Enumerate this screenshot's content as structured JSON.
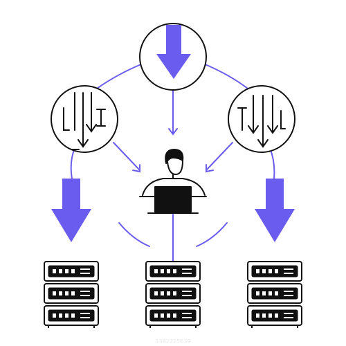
{
  "illustration": {
    "kind": "data-download-to-servers",
    "colors": {
      "accent": "#6b5cf0",
      "line": "#6b5cf0",
      "ink": "#111111",
      "background": "#ffffff",
      "watermark": "#e9e9e9"
    },
    "icons": [
      "down-arrow-icon",
      "multiple-down-arrows-icon",
      "person-at-laptop-icon",
      "server-rack-icon"
    ],
    "server_count": 3,
    "server_units_per_rack": 3
  },
  "watermark": {
    "id_text": "1382225639"
  }
}
